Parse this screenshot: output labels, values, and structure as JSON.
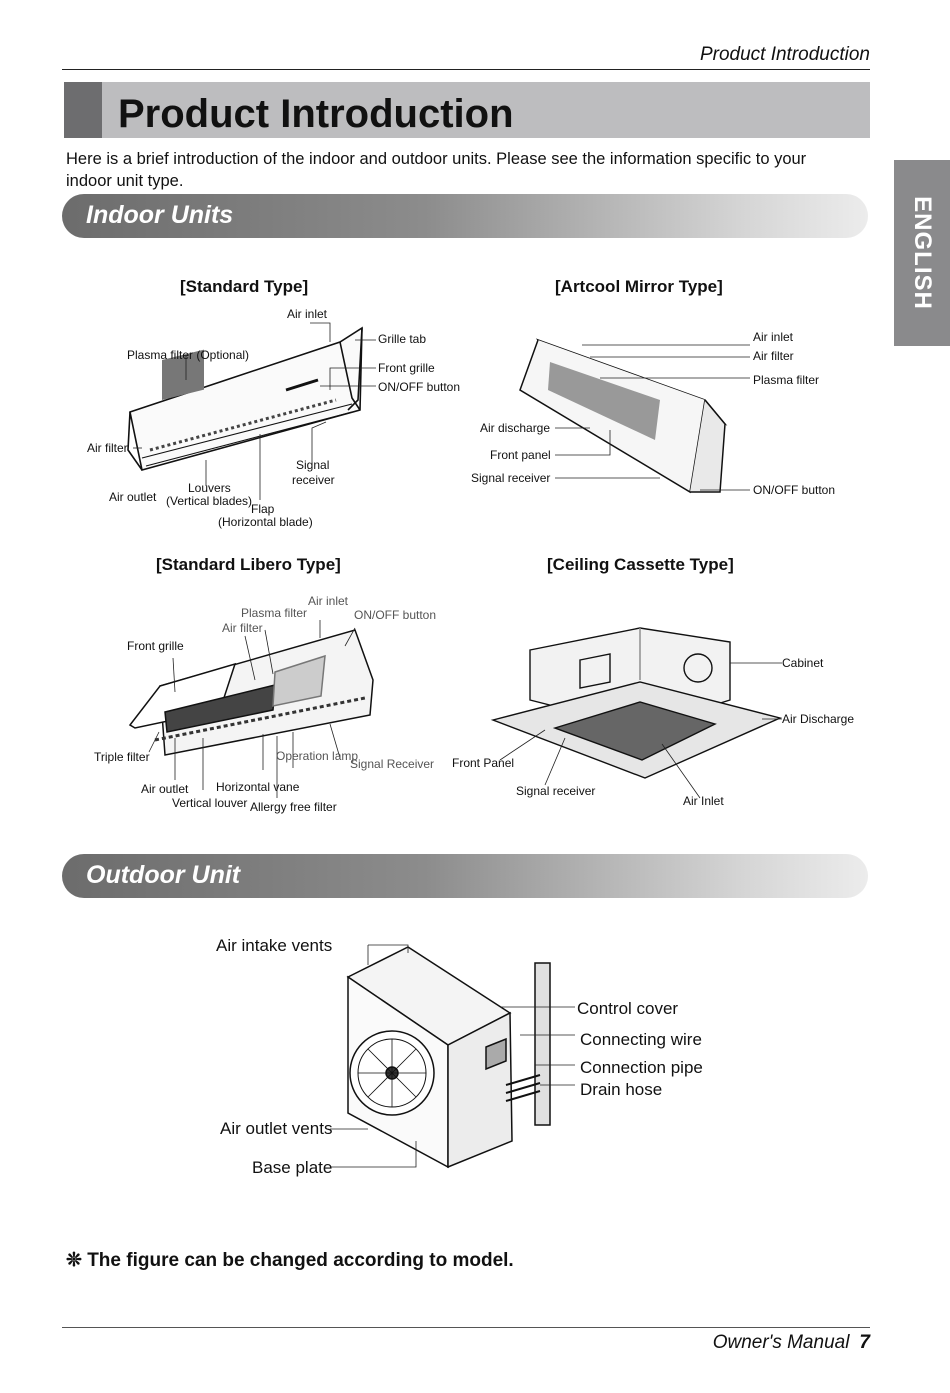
{
  "header": {
    "running_title": "Product Introduction"
  },
  "title": "Product Introduction",
  "intro": "Here is a brief introduction of the indoor and outdoor units. Please see the information specific to your indoor unit type.",
  "side_tab": "ENGLISH",
  "sections": {
    "indoor": "Indoor Units",
    "outdoor": "Outdoor Unit"
  },
  "standard": {
    "title": "[Standard Type]",
    "labels": {
      "air_inlet": "Air inlet",
      "plasma_filter": "Plasma filter (Optional)",
      "grille_tab": "Grille tab",
      "front_grille": "Front grille",
      "onoff": "ON/OFF button",
      "air_filter": "Air filter",
      "signal_receiver_1": "Signal",
      "signal_receiver_2": "receiver",
      "louvers_1": "Louvers",
      "louvers_2": "(Vertical blades)",
      "air_outlet": "Air outlet",
      "flap_1": "Flap",
      "flap_2": "(Horizontal blade)"
    }
  },
  "artcool": {
    "title": "[Artcool Mirror Type]",
    "labels": {
      "air_inlet": "Air inlet",
      "air_filter": "Air filter",
      "plasma_filter": "Plasma filter",
      "air_discharge": "Air discharge",
      "front_panel": "Front panel",
      "signal_receiver": "Signal receiver",
      "onoff": "ON/OFF button"
    }
  },
  "libero": {
    "title": "[Standard Libero Type]",
    "labels": {
      "air_inlet": "Air inlet",
      "plasma_filter": "Plasma filter",
      "onoff": "ON/OFF button",
      "air_filter": "Air filter",
      "front_grille": "Front grille",
      "triple_filter": "Triple filter",
      "operation_lamp": "Operation lamp",
      "signal_receiver": "Signal Receiver",
      "air_outlet": "Air outlet",
      "horizontal_vane": "Horizontal vane",
      "vertical_louver": "Vertical louver",
      "allergy_filter": "Allergy free filter"
    }
  },
  "cassette": {
    "title": "[Ceiling Cassette Type]",
    "labels": {
      "cabinet": "Cabinet",
      "air_discharge": "Air Discharge",
      "front_panel": "Front Panel",
      "signal_receiver": "Signal receiver",
      "air_inlet": "Air Inlet"
    }
  },
  "outdoor": {
    "labels": {
      "air_intake": "Air intake vents",
      "control_cover": "Control cover",
      "connecting_wire": "Connecting wire",
      "connection_pipe": "Connection pipe",
      "drain_hose": "Drain hose",
      "air_outlet": "Air outlet vents",
      "base_plate": "Base plate"
    }
  },
  "note": "❊ The figure can be changed according to model.",
  "footer": {
    "label": "Owner's Manual",
    "page": "7"
  }
}
